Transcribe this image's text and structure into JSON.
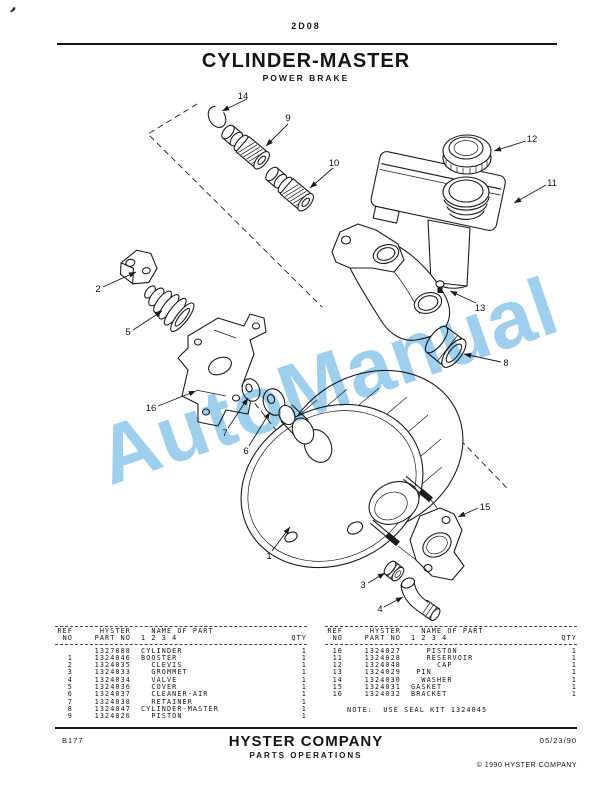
{
  "page": {
    "code": "2D08",
    "title": "CYLINDER-MASTER",
    "subtitle": "POWER BRAKE",
    "pen_mark": "’"
  },
  "diagram": {
    "watermark": "AutoManual",
    "watermark_color": "#7dc0e8",
    "callouts": {
      "1": "1",
      "2": "2",
      "3": "3",
      "4": "4",
      "5": "5",
      "6": "6",
      "7": "7",
      "8": "8",
      "9": "9",
      "10": "10",
      "11": "11",
      "12": "12",
      "13": "13",
      "14": "14",
      "15": "15",
      "16": "16"
    }
  },
  "tables": {
    "head": {
      "ref1": "REF",
      "ref2": "NO",
      "part1": "HYSTER",
      "part2": "PART NO",
      "name1": "  NAME OF PART",
      "name2": "1 2 3 4",
      "qty2": "QTY"
    },
    "left": {
      "rows": [
        {
          "ref": "",
          "part": "1327888",
          "name": "CYLINDER",
          "qty": "1"
        },
        {
          "ref": "1",
          "part": "1324046",
          "name": "BOOSTER",
          "qty": "1"
        },
        {
          "ref": "2",
          "part": "1324035",
          "name": "  CLEVIS",
          "qty": "1"
        },
        {
          "ref": "3",
          "part": "1324033",
          "name": "  GROMMET",
          "qty": "1"
        },
        {
          "ref": "4",
          "part": "1324034",
          "name": "  VALVE",
          "qty": "1"
        },
        {
          "ref": "5",
          "part": "1324036",
          "name": "  COVER",
          "qty": "1"
        },
        {
          "ref": "6",
          "part": "1324037",
          "name": "  CLEANER-AIR",
          "qty": "1"
        },
        {
          "ref": "7",
          "part": "1324038",
          "name": "  RETAINER",
          "qty": "1"
        },
        {
          "ref": "8",
          "part": "1324047",
          "name": "CYLINDER-MASTER",
          "qty": "1"
        },
        {
          "ref": "9",
          "part": "1324026",
          "name": "  PISTON",
          "qty": "1"
        }
      ]
    },
    "right": {
      "rows": [
        {
          "ref": "10",
          "part": "1324027",
          "name": "   PISTON",
          "qty": "1"
        },
        {
          "ref": "11",
          "part": "1324028",
          "name": "   RESERVOIR",
          "qty": "1"
        },
        {
          "ref": "12",
          "part": "1324048",
          "name": "     CAP",
          "qty": "1"
        },
        {
          "ref": "13",
          "part": "1324029",
          "name": " PIN",
          "qty": "1"
        },
        {
          "ref": "14",
          "part": "1324030",
          "name": "  WASHER",
          "qty": "1"
        },
        {
          "ref": "15",
          "part": "1324031",
          "name": "GASKET",
          "qty": "1"
        },
        {
          "ref": "16",
          "part": "1324032",
          "name": "BRACKET",
          "qty": "1"
        }
      ],
      "note": "NOTE:  USE SEAL KIT 1324045"
    }
  },
  "footer": {
    "code": "B177",
    "company": "HYSTER COMPANY",
    "division": "PARTS OPERATIONS",
    "date": "05/23/90",
    "copyright": "© 1990 HYSTER COMPANY"
  }
}
